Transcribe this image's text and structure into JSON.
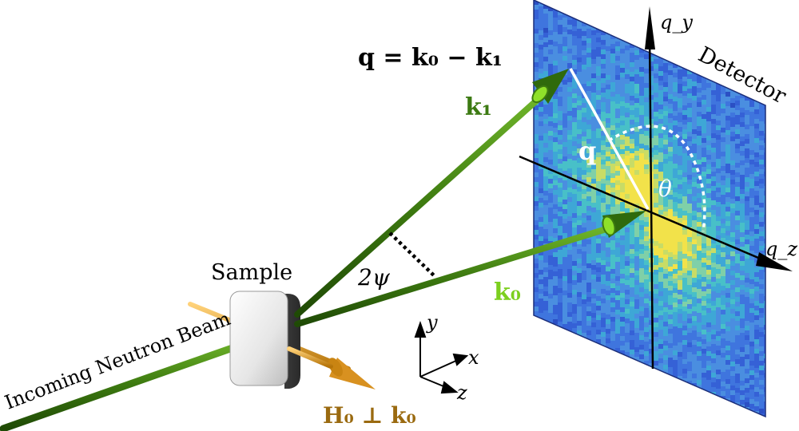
{
  "labels": {
    "equation": "q = k₀ − k₁",
    "k1": "k₁",
    "k0": "k₀",
    "q": "q",
    "theta": "θ",
    "angle": "2ψ",
    "sample": "Sample",
    "detector": "Detector",
    "beam": "Incoming Neutron Beam",
    "field": "H₀ ⊥ k₀",
    "qy": "q_y",
    "qz": "q_z",
    "axis_x": "x",
    "axis_y": "y",
    "axis_z": "z"
  },
  "colors": {
    "beam": "#3d7a10",
    "beam_light": "#5ea61f",
    "k0_label": "#7ccf1e",
    "k1_label": "#3c7a12",
    "field": "#e0a12a",
    "field_label": "#9a6a10",
    "detector_base": "#3b66d6",
    "detector_hot": "#f2e24a"
  }
}
